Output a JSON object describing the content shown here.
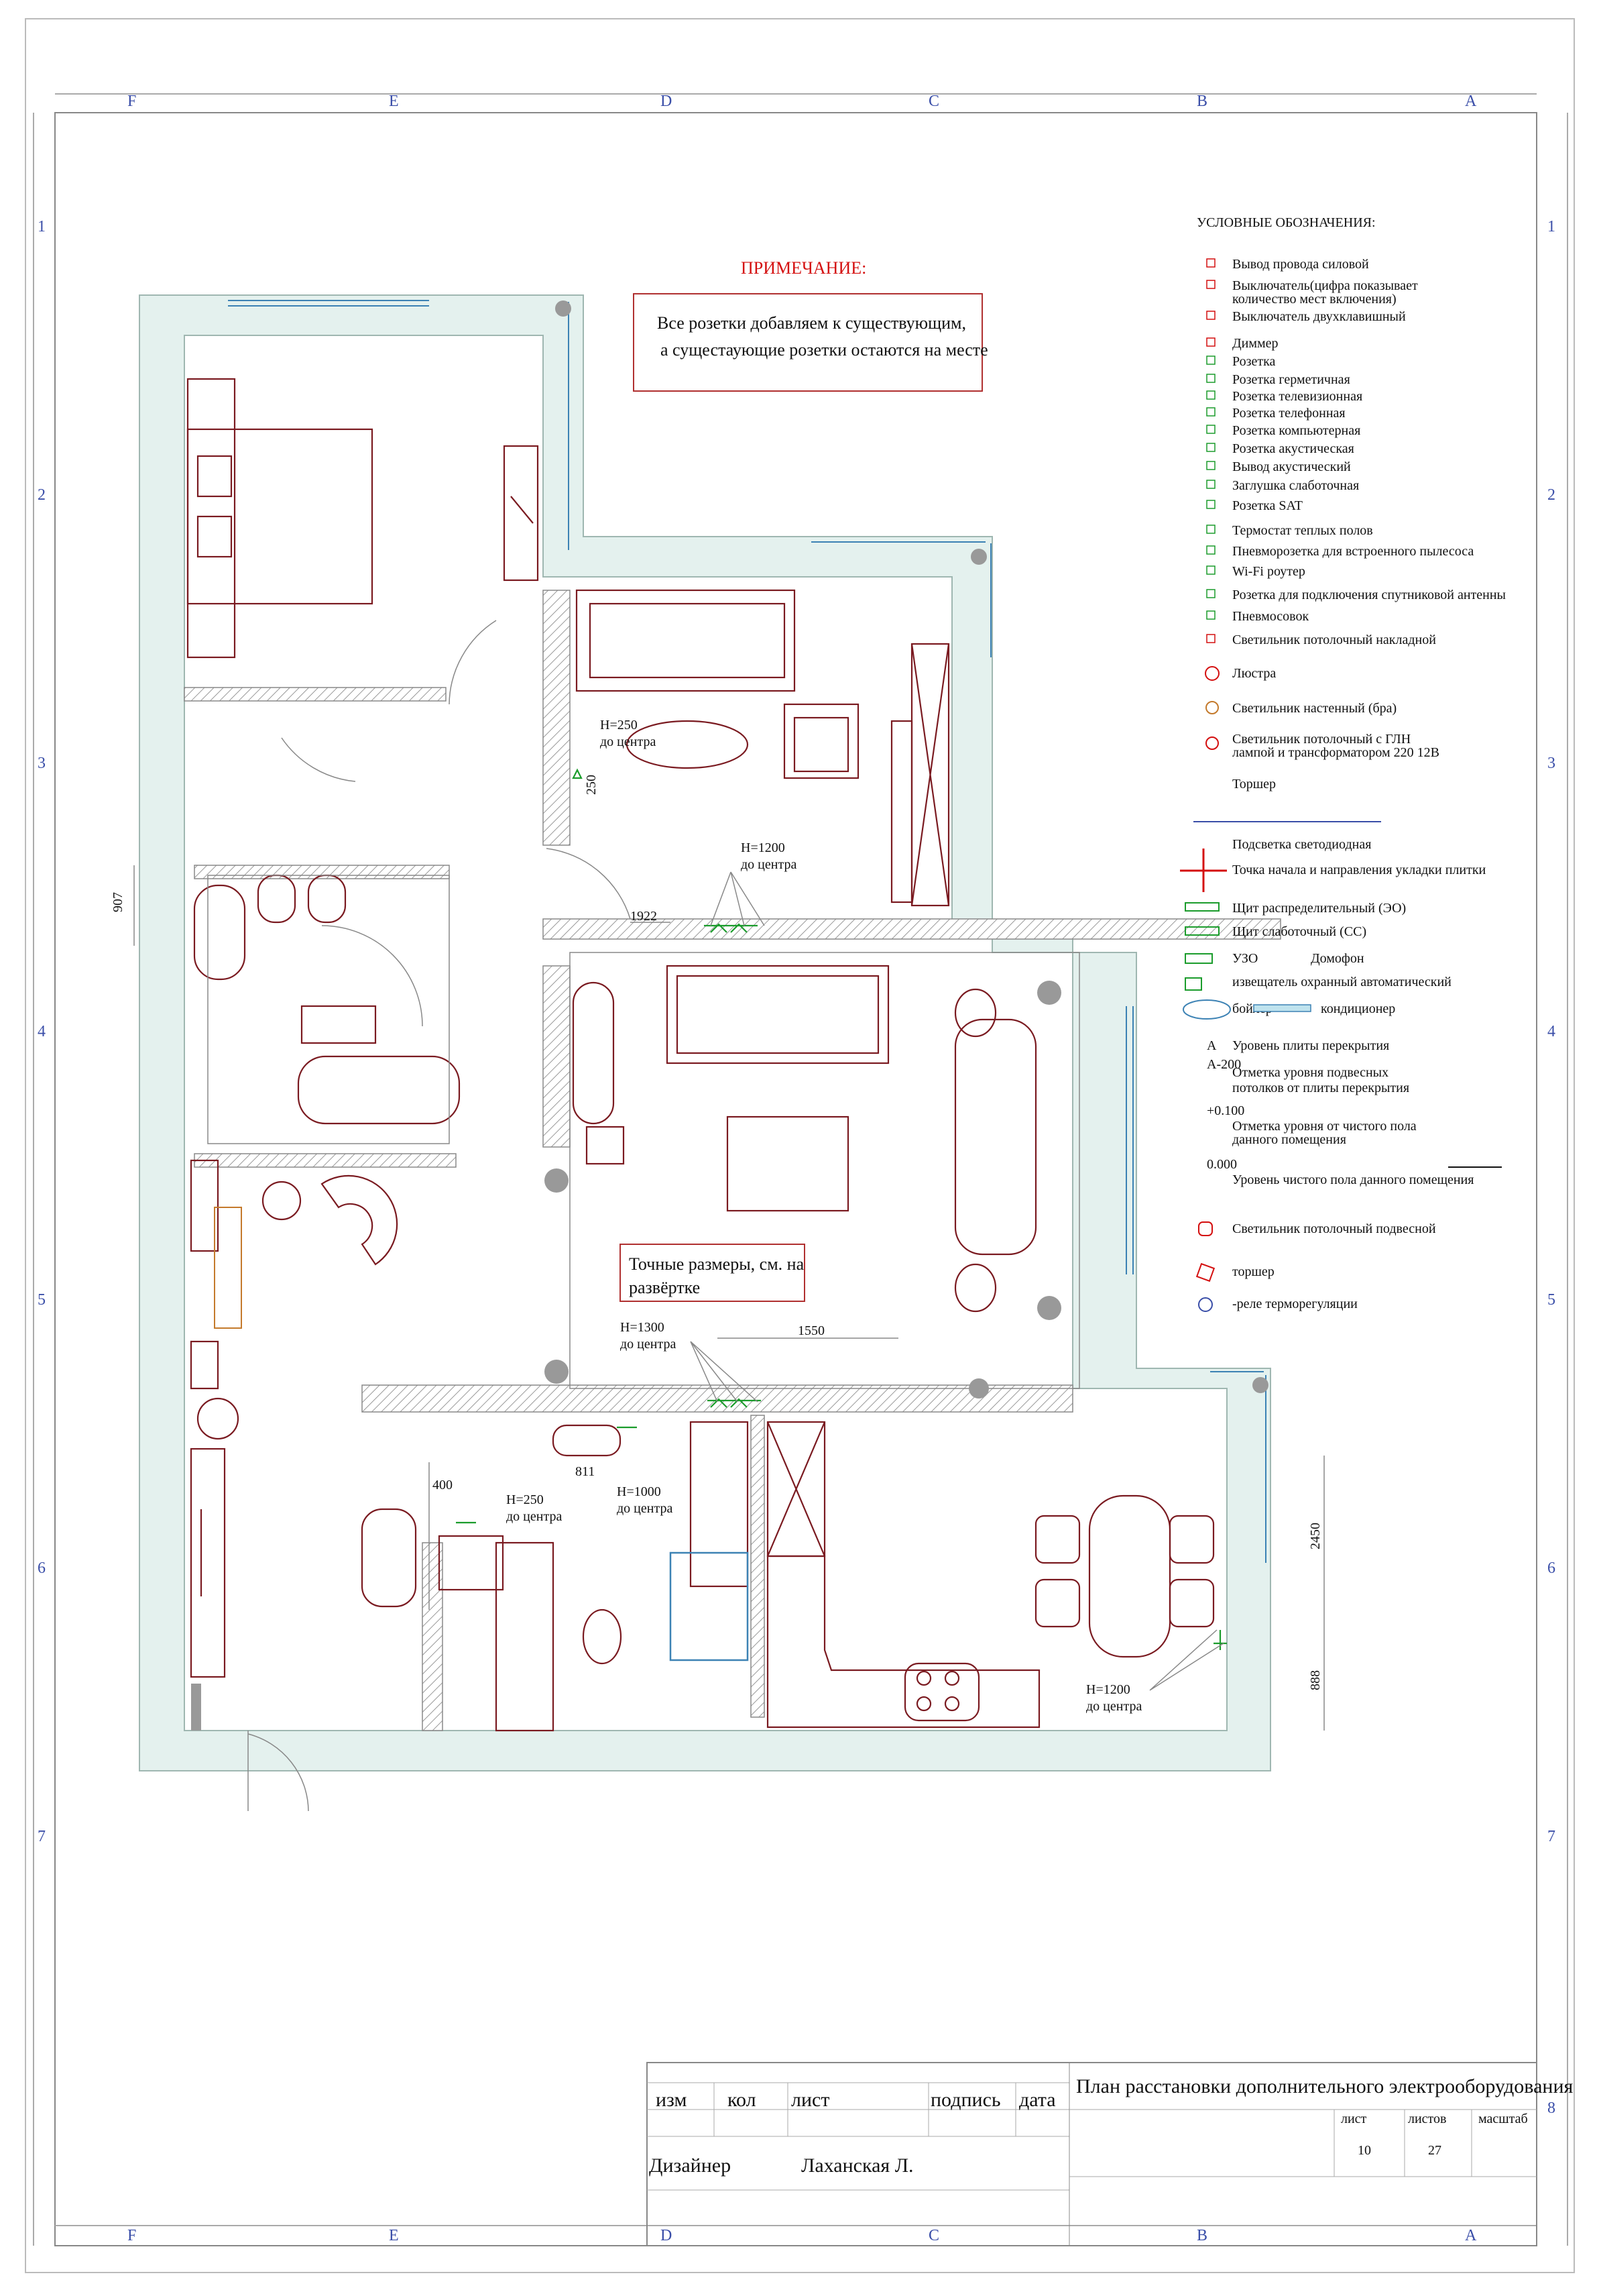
{
  "legend": {
    "title": "УСЛОВНЫЕ ОБОЗНАЧЕНИЯ:",
    "items": [
      "Вывод провода силовой",
      "Выключатель(цифра показывает",
      "количество мест включения)",
      "Выключатель двухклавишный",
      "Диммер",
      "Розетка",
      "Розетка герметичная",
      "Розетка телевизионная",
      "Розетка телефонная",
      "Розетка компьютерная",
      "Розетка акустическая",
      "Вывод акустический",
      "Заглушка слаботочная",
      "Розетка SAT",
      "Термостат теплых полов",
      "Пневморозетка для встроенного пылесоса",
      "Wi-Fi роутер",
      "Розетка для подключения спутниковой антенны",
      "Пневмосовок",
      "Светильник потолочный накладной",
      "Люстра",
      "Светильник настенный (бра)",
      "Светильник потолочный с ГЛН",
      "лампой и трансформатором 220 12В",
      "Торшер",
      "Подсветка светодиодная",
      "Точка начала и направления укладки плитки",
      "Щит распределительный (ЭО)",
      "Щит слаботочный (СС)",
      "УЗО",
      "Домофон",
      "извещатель охранный автоматический",
      "бойлер",
      "кондиционер",
      "A",
      "Уровень плиты перекрытия",
      "A-200",
      "Отметка уровня подвесных",
      "потолков от плиты перекрытия",
      "+0.100",
      "Отметка уровня от чистого пола",
      "данного помещения",
      "0.000",
      "Уровень чистого пола данного помещения",
      "Светильник потолочный подвесной",
      "торшер",
      "-реле терморегуляции"
    ]
  },
  "note": {
    "heading": "ПРИМЕЧАНИЕ:",
    "line1": "Все розетки добавляем к существующим,",
    "line2": "а сущестаующие розетки остаются на месте"
  },
  "callout": {
    "line1": "Точные размеры, см. на",
    "line2": "развёртке"
  },
  "annotations": {
    "h250_1": "H=250",
    "h250_1b": "до центра",
    "d250": "250",
    "h1200_1": "H=1200",
    "h1200_1b": "до центра",
    "d1922": "1922",
    "d907": "907",
    "h1300": "H=1300",
    "h1300b": "до центра",
    "d1550": "1550",
    "d400": "400",
    "h250_2": "H=250",
    "h250_2b": "до центра",
    "d811": "811",
    "h1000": "H=1000",
    "h1000b": "до центра",
    "d2450": "2450",
    "d888": "888",
    "h1200_2": "H=1200",
    "h1200_2b": "до центра"
  },
  "grid": {
    "columns": [
      "F",
      "E",
      "D",
      "C",
      "B",
      "A"
    ],
    "rows": [
      "1",
      "2",
      "3",
      "4",
      "5",
      "6",
      "7",
      "8"
    ]
  },
  "title_block": {
    "title": "План расстановки дополнительного электрооборудования",
    "izm": "изм",
    "kol": "кол",
    "list": "лист",
    "podpis": "подпись",
    "data": "дата",
    "list_h": "лист",
    "listov_h": "листов",
    "masshtab_h": "масштаб",
    "list_v": "10",
    "listov_v": "27",
    "role": "Дизайнер",
    "name": "Лаханская Л."
  },
  "colors": {
    "wall_fill": "#e4f1ee",
    "furniture": "#7a1a20",
    "window": "#3c82b4",
    "socket": "#1b9c2c",
    "note_red": "#d40f0f",
    "grid_blue": "#3a4ea8"
  }
}
